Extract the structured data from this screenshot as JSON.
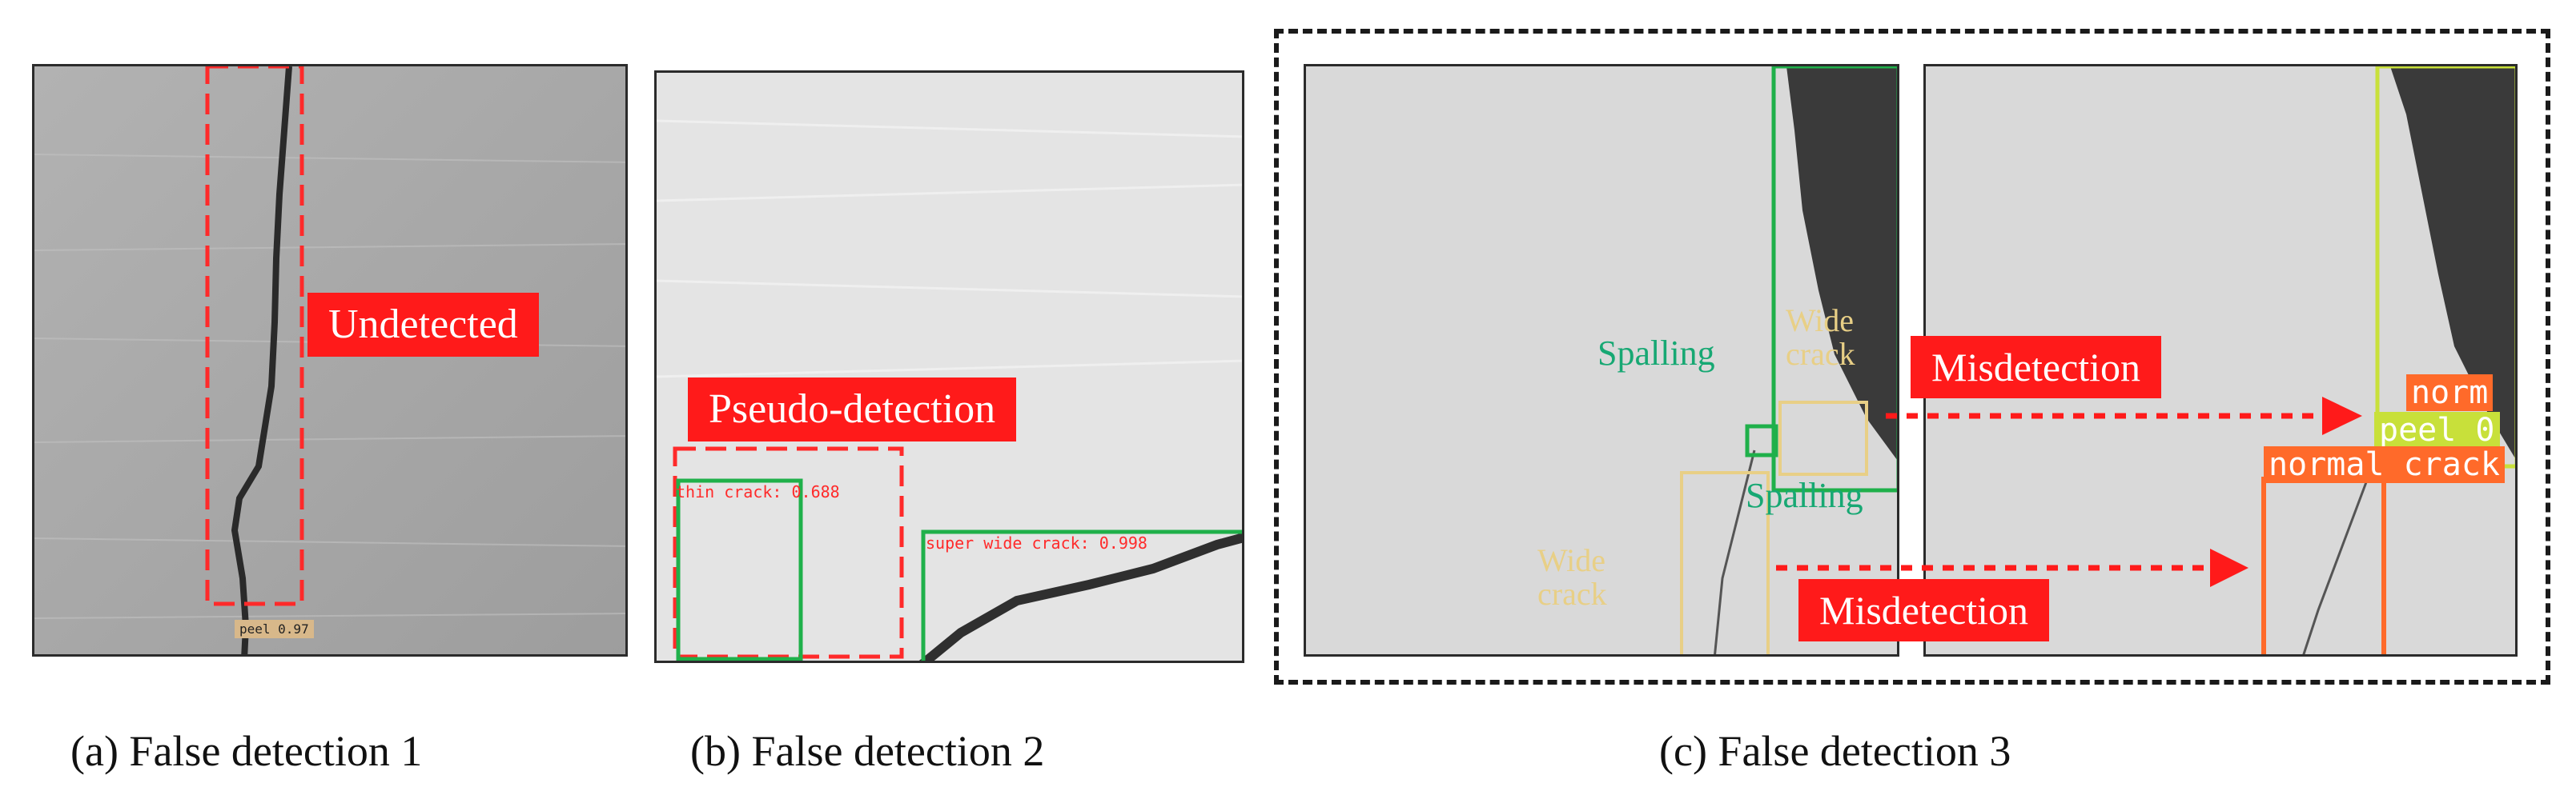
{
  "colors": {
    "red": "#ff1a1a",
    "green": "#1fb04a",
    "spalling_text": "#17a873",
    "yellow": "#e8cf86",
    "orange": "#ff6a2a",
    "lime": "#c8e03a"
  },
  "panel_a": {
    "label": "Undetected",
    "detection": "peel 0.97",
    "caption": "(a) False detection 1"
  },
  "panel_b": {
    "label": "Pseudo-detection",
    "detection_thin": "thin crack: 0.688",
    "detection_super": "super wide crack: 0.998",
    "caption": "(b) False detection 2"
  },
  "panel_c": {
    "spalling_1": "Spalling",
    "spalling_2": "Spalling",
    "wide_crack_1": "Wide crack",
    "wide_crack_2": "Wide crack",
    "misdetection_1": "Misdetection",
    "misdetection_2": "Misdetection",
    "right_label_norm": "norm",
    "right_label_peel": "peel 0",
    "right_label_normal_crack": "normal crack",
    "caption": "(c) False detection 3"
  }
}
